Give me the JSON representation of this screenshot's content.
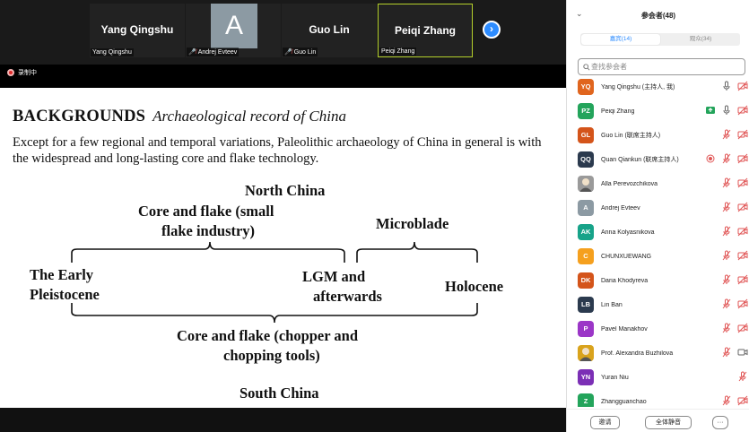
{
  "strip": {
    "tiles": [
      {
        "name": "Yang Qingshu",
        "label": "Yang Qingshu",
        "muted": false
      },
      {
        "name": "",
        "avatar_letter": "A",
        "label": "Andrej Evteev",
        "muted": true
      },
      {
        "name": "Guo Lin",
        "label": "Guo Lin",
        "muted": true
      },
      {
        "name": "Peiqi Zhang",
        "label": "Peiqi Zhang",
        "muted": false,
        "active": true
      }
    ],
    "recording_label": "录制中",
    "next_icon": "chevron-right-icon"
  },
  "slide": {
    "title_bold": "BACKGROUNDS",
    "title_italic": "Archaeological record of China",
    "body": "Except for a few regional and temporal variations, Paleolithic archaeology of China in general is with the widespread and long-lasting core and flake technology.",
    "north_china": "North China",
    "core_flake_small_1": "Core and flake (small",
    "core_flake_small_2": "flake industry)",
    "microblade": "Microblade",
    "early_pleistocene_1": "The Early",
    "early_pleistocene_2": "Pleistocene",
    "lgm_1": "LGM and",
    "lgm_2": "afterwards",
    "holocene": "Holocene",
    "chopper_1": "Core and flake (chopper and",
    "chopper_2": "chopping tools)",
    "south_china": "South China"
  },
  "panel": {
    "title": "参会者(48)",
    "tab_attendees": "嘉宾(14)",
    "tab_viewers": "观众(34)",
    "search_placeholder": "查找参会者",
    "participants": [
      {
        "initials": "YQ",
        "name": "Yang Qingshu (主持人, 我)",
        "color": "#e0651e",
        "mic": "on",
        "video": "off"
      },
      {
        "initials": "PZ",
        "name": "Peiqi Zhang",
        "color": "#23a45b",
        "mic": "on",
        "video": "off",
        "share": true
      },
      {
        "initials": "GL",
        "name": "Guo Lin (联席主持人)",
        "color": "#d4541a",
        "mic": "off",
        "video": "off"
      },
      {
        "initials": "QQ",
        "name": "Quan Qiankun (联席主持人)",
        "color": "#2b3a4e",
        "mic": "off",
        "video": "off",
        "rec": true
      },
      {
        "initials": "",
        "name": "Alla Perevozchikova",
        "color": "#9a9a9a",
        "mic": "off",
        "video": "off",
        "photo": true
      },
      {
        "initials": "A",
        "name": "Andrej Evteev",
        "color": "#8c9aa3",
        "mic": "off",
        "video": "off"
      },
      {
        "initials": "AK",
        "name": "Anna Kolyasnikova",
        "color": "#17a389",
        "mic": "off",
        "video": "off"
      },
      {
        "initials": "C",
        "name": "CHUNXUEWANG",
        "color": "#f5a01e",
        "mic": "off",
        "video": "off"
      },
      {
        "initials": "DK",
        "name": "Daria Khodyreva",
        "color": "#d4541a",
        "mic": "off",
        "video": "off"
      },
      {
        "initials": "LB",
        "name": "Lin Ban",
        "color": "#2b3a4e",
        "mic": "off",
        "video": "off"
      },
      {
        "initials": "P",
        "name": "Pavel Manakhov",
        "color": "#9b36c7",
        "mic": "off",
        "video": "off"
      },
      {
        "initials": "",
        "name": "Prof. Alexandra Buzhilova",
        "color": "#d9a31c",
        "mic": "off",
        "video": "novideo",
        "photo": true
      },
      {
        "initials": "YN",
        "name": "Yuran Niu",
        "color": "#7b2fb5",
        "mic": "off",
        "video": "none"
      },
      {
        "initials": "Z",
        "name": "Zhangguanchao",
        "color": "#23a45b",
        "mic": "off",
        "video": "off"
      }
    ],
    "invite_label": "邀请",
    "mute_all_label": "全体静音",
    "more_label": "···"
  },
  "colors": {
    "accent": "#2d8cff",
    "active_border": "#b5d02b",
    "muted_red": "#e05555"
  }
}
